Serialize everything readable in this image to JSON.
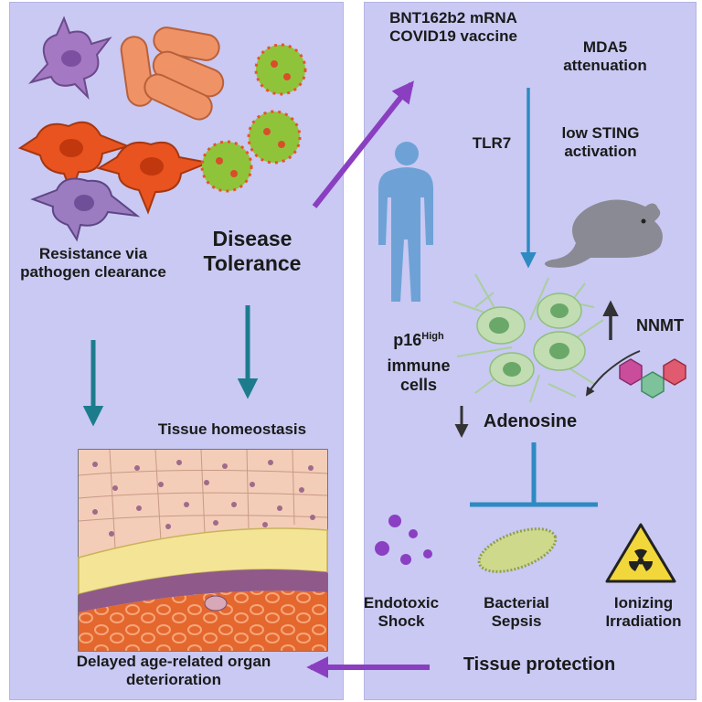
{
  "labels": {
    "resistance": "Resistance via pathogen clearance",
    "tolerance": "Disease Tolerance",
    "homeostasis": "Tissue homeostasis",
    "delayed": "Delayed age-related organ deterioration",
    "vaccine": "BNT162b2 mRNA COVID19 vaccine",
    "mda5": "MDA5 attenuation",
    "tlr7": "TLR7",
    "sting": "low STING activation",
    "p16_base": "p16",
    "p16_sup": "High",
    "immune": "immune cells",
    "nnmt": "NNMT",
    "adenosine": "Adenosine",
    "endotoxic": "Endotoxic Shock",
    "sepsis": "Bacterial Sepsis",
    "irradiation": "Ionizing Irradiation",
    "protection": "Tissue protection"
  },
  "colors": {
    "panel": "#c9c9f3",
    "purple_arrow": "#8a3fc0",
    "teal_arrow": "#1d7c8c",
    "blue_arrow": "#2f8ac2",
    "text": "#1a1a1a"
  },
  "icons": [
    "macrophage-icon",
    "bacteria-icon",
    "virus-icon",
    "human-silhouette-icon",
    "mouse-icon",
    "senescent-cell-icon",
    "nad-molecule-icon",
    "endotoxin-icon",
    "bacterium-icon",
    "radiation-icon",
    "tissue-layers-icon"
  ]
}
